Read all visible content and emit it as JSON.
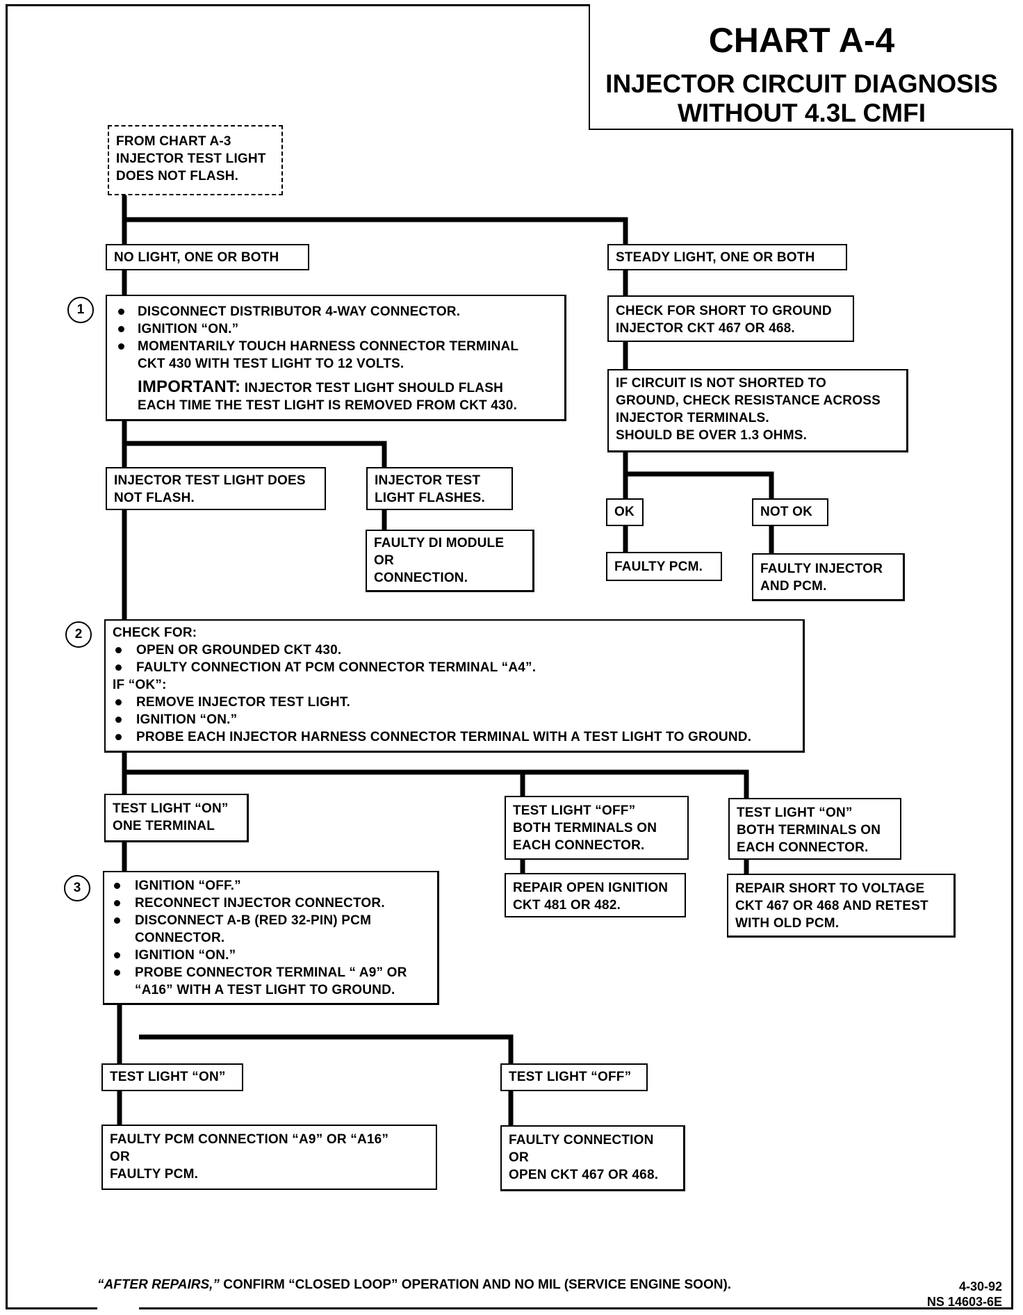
{
  "title": {
    "chart_id": "CHART A-4",
    "subtitle_line1": "INJECTOR CIRCUIT DIAGNOSIS",
    "subtitle_line2": "WITHOUT 4.3L CMFI"
  },
  "start_box": {
    "lines": [
      "FROM CHART A-3",
      "INJECTOR TEST LIGHT",
      "DOES NOT FLASH."
    ]
  },
  "branches": {
    "no_light": "NO LIGHT, ONE OR BOTH",
    "steady_light": "STEADY LIGHT, ONE OR BOTH"
  },
  "step1": {
    "marker": "1",
    "bullets": [
      "DISCONNECT DISTRIBUTOR 4-WAY CONNECTOR.",
      "IGNITION “ON.”",
      "MOMENTARILY TOUCH HARNESS CONNECTOR TERMINAL"
    ],
    "continuation": "CKT 430 WITH TEST LIGHT TO 12 VOLTS.",
    "important_label": "IMPORTANT:",
    "important_text1": "INJECTOR TEST LIGHT SHOULD FLASH",
    "important_text2": "EACH TIME THE TEST LIGHT IS REMOVED FROM CKT 430."
  },
  "step1_results": {
    "does_not_flash": [
      "INJECTOR TEST LIGHT DOES",
      "NOT FLASH."
    ],
    "flashes": [
      "INJECTOR TEST",
      "LIGHT FLASHES."
    ],
    "faulty_di": [
      "FAULTY DI MODULE",
      "OR",
      "CONNECTION."
    ]
  },
  "steady_path": {
    "check_short": [
      "CHECK FOR SHORT TO GROUND",
      "INJECTOR CKT 467 OR 468."
    ],
    "resistance": [
      "IF CIRCUIT IS NOT SHORTED TO",
      "GROUND, CHECK RESISTANCE ACROSS",
      "INJECTOR TERMINALS.",
      "SHOULD BE OVER 1.3 OHMS."
    ],
    "ok": "OK",
    "not_ok": "NOT OK",
    "faulty_pcm": "FAULTY PCM.",
    "faulty_injector": [
      "FAULTY INJECTOR",
      "AND PCM."
    ]
  },
  "step2": {
    "marker": "2",
    "header": "CHECK FOR:",
    "bullets_a": [
      "OPEN OR GROUNDED CKT 430.",
      "FAULTY CONNECTION AT PCM CONNECTOR TERMINAL “A4”."
    ],
    "if_ok": "IF “OK”:",
    "bullets_b": [
      "REMOVE INJECTOR TEST LIGHT.",
      "IGNITION “ON.”",
      "PROBE EACH  INJECTOR HARNESS CONNECTOR TERMINAL WITH A TEST LIGHT TO GROUND."
    ]
  },
  "step2_results": {
    "on_one": [
      "TEST LIGHT “ON”",
      "ONE TERMINAL"
    ],
    "off_both": [
      "TEST LIGHT “OFF”",
      "BOTH TERMINALS ON",
      "EACH CONNECTOR."
    ],
    "on_both": [
      "TEST LIGHT “ON”",
      "BOTH TERMINALS ON",
      "EACH CONNECTOR."
    ],
    "repair_open": [
      "REPAIR OPEN IGNITION",
      "CKT 481 OR 482."
    ],
    "repair_short": [
      "REPAIR SHORT TO VOLTAGE",
      "CKT 467 OR 468 AND RETEST",
      "WITH OLD PCM."
    ]
  },
  "step3": {
    "marker": "3",
    "lines": [
      {
        "bullet": true,
        "text": "IGNITION “OFF.”"
      },
      {
        "bullet": true,
        "text": "RECONNECT INJECTOR CONNECTOR."
      },
      {
        "bullet": true,
        "text": "DISCONNECT A-B (RED 32-PIN) PCM"
      },
      {
        "bullet": false,
        "text": "CONNECTOR."
      },
      {
        "bullet": true,
        "text": "IGNITION “ON.”"
      },
      {
        "bullet": true,
        "text": "PROBE CONNECTOR TERMINAL “ A9” OR"
      },
      {
        "bullet": false,
        "text": "“A16” WITH A TEST LIGHT TO GROUND."
      }
    ]
  },
  "step3_results": {
    "on": "TEST LIGHT “ON”",
    "off": "TEST LIGHT “OFF”",
    "faulty_pcm_conn": [
      "FAULTY PCM CONNECTION “A9” OR “A16”",
      "OR",
      "FAULTY PCM."
    ],
    "faulty_conn": [
      "FAULTY CONNECTION",
      "OR",
      "OPEN CKT  467 OR 468."
    ]
  },
  "footer": {
    "after_repairs": "“AFTER REPAIRS,”",
    "note_rest": " CONFIRM “CLOSED LOOP” OPERATION AND NO MIL (SERVICE ENGINE SOON).",
    "date": "4-30-92",
    "ref": "NS 14603-6E"
  }
}
